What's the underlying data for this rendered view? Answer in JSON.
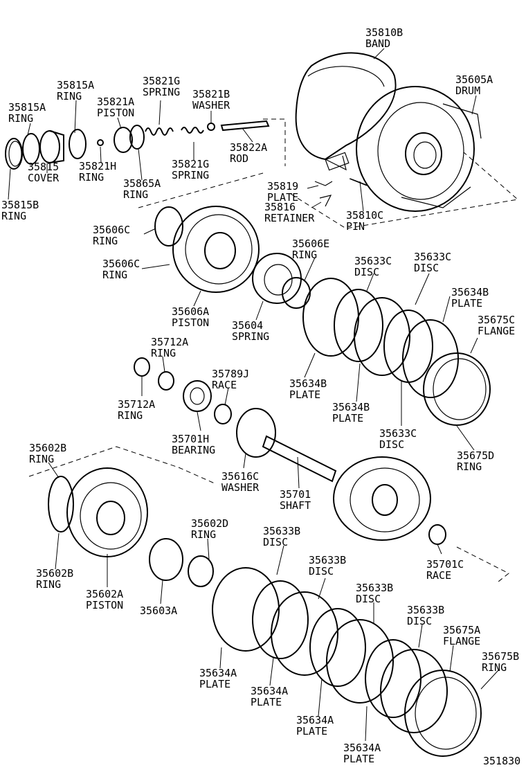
{
  "diagram_number": "351830",
  "callouts": [
    {
      "id": "c01",
      "part": "35810B",
      "name": "BAND"
    },
    {
      "id": "c02",
      "part": "35605A",
      "name": "DRUM"
    },
    {
      "id": "c03",
      "part": "35815A",
      "name": "RING"
    },
    {
      "id": "c04",
      "part": "35821G",
      "name": "SPRING"
    },
    {
      "id": "c05",
      "part": "35821B",
      "name": "WASHER"
    },
    {
      "id": "c06",
      "part": "35815A",
      "name": "RING"
    },
    {
      "id": "c07",
      "part": "35821A",
      "name": "PISTON"
    },
    {
      "id": "c08",
      "part": "35822A",
      "name": "ROD"
    },
    {
      "id": "c09",
      "part": "35815",
      "name": "COVER"
    },
    {
      "id": "c10",
      "part": "35821H",
      "name": "RING"
    },
    {
      "id": "c11",
      "part": "35821G",
      "name": "SPRING"
    },
    {
      "id": "c12",
      "part": "35819",
      "name": "PLATE"
    },
    {
      "id": "c13",
      "part": "35815B",
      "name": "RING"
    },
    {
      "id": "c14",
      "part": "35865A",
      "name": "RING"
    },
    {
      "id": "c15",
      "part": "35816",
      "name": "RETAINER"
    },
    {
      "id": "c16",
      "part": "35810C",
      "name": "PIN"
    },
    {
      "id": "c17",
      "part": "35606C",
      "name": "RING"
    },
    {
      "id": "c18",
      "part": "35606E",
      "name": "RING"
    },
    {
      "id": "c19",
      "part": "35633C",
      "name": "DISC"
    },
    {
      "id": "c20",
      "part": "35633C",
      "name": "DISC"
    },
    {
      "id": "c21",
      "part": "35606C",
      "name": "RING"
    },
    {
      "id": "c22",
      "part": "35634B",
      "name": "PLATE"
    },
    {
      "id": "c23",
      "part": "35606A",
      "name": "PISTON"
    },
    {
      "id": "c24",
      "part": "35675C",
      "name": "FLANGE"
    },
    {
      "id": "c25",
      "part": "35604",
      "name": "SPRING"
    },
    {
      "id": "c26",
      "part": "35712A",
      "name": "RING"
    },
    {
      "id": "c27",
      "part": "35789J",
      "name": "RACE"
    },
    {
      "id": "c28",
      "part": "35634B",
      "name": "PLATE"
    },
    {
      "id": "c29",
      "part": "35712A",
      "name": "RING"
    },
    {
      "id": "c30",
      "part": "35634B",
      "name": "PLATE"
    },
    {
      "id": "c31",
      "part": "35633C",
      "name": "DISC"
    },
    {
      "id": "c32",
      "part": "35701H",
      "name": "BEARING"
    },
    {
      "id": "c33",
      "part": "35675D",
      "name": "RING"
    },
    {
      "id": "c34",
      "part": "35602B",
      "name": "RING"
    },
    {
      "id": "c35",
      "part": "35616C",
      "name": "WASHER"
    },
    {
      "id": "c36",
      "part": "35701",
      "name": "SHAFT"
    },
    {
      "id": "c37",
      "part": "35602D",
      "name": "RING"
    },
    {
      "id": "c38",
      "part": "35633B",
      "name": "DISC"
    },
    {
      "id": "c39",
      "part": "35701C",
      "name": "RACE"
    },
    {
      "id": "c40",
      "part": "35602B",
      "name": "RING"
    },
    {
      "id": "c41",
      "part": "35633B",
      "name": "DISC"
    },
    {
      "id": "c42",
      "part": "35602A",
      "name": "PISTON"
    },
    {
      "id": "c43",
      "part": "35603A",
      "name": ""
    },
    {
      "id": "c44",
      "part": "35633B",
      "name": "DISC"
    },
    {
      "id": "c45",
      "part": "35633B",
      "name": "DISC"
    },
    {
      "id": "c46",
      "part": "35675A",
      "name": "FLANGE"
    },
    {
      "id": "c47",
      "part": "35675B",
      "name": "RING"
    },
    {
      "id": "c48",
      "part": "35634A",
      "name": "PLATE"
    },
    {
      "id": "c49",
      "part": "35634A",
      "name": "PLATE"
    },
    {
      "id": "c50",
      "part": "35634A",
      "name": "PLATE"
    },
    {
      "id": "c51",
      "part": "35634A",
      "name": "PLATE"
    }
  ]
}
